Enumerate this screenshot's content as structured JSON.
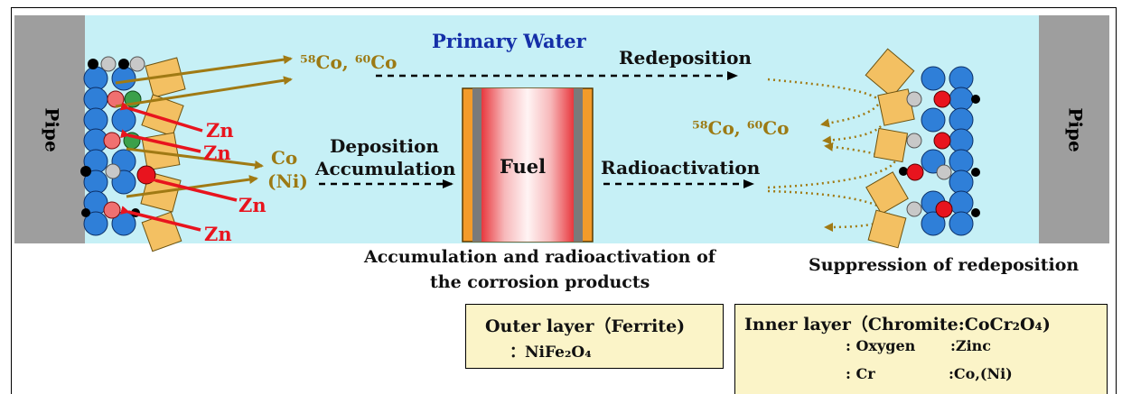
{
  "labels": {
    "primary_water": "Primary Water",
    "pipe_left": "Pipe",
    "pipe_right": "Pipe",
    "co_top": "⁵⁸Co, ⁶⁰Co",
    "co_right": "⁵⁸Co, ⁶⁰Co",
    "redeposition": "Redeposition",
    "deposition": "Deposition",
    "accumulation": "Accumulation",
    "fuel": "Fuel",
    "radioactivation": "Radioactivation",
    "co": "Co",
    "ni": "(Ni)",
    "zn": "Zn",
    "caption_center_line1": "Accumulation and radioactivation of",
    "caption_center_line2": "the corrosion products",
    "caption_right": "Suppression of redeposition"
  },
  "legend": {
    "outer_title": "Outer layer（Ferrite)",
    "outer_item": "：NiFe₂O₄",
    "inner_title": "Inner layer（Chromite:CoCr₂O₄)",
    "oxygen": ": Oxygen",
    "zinc": ":Zinc",
    "cr": ": Cr",
    "co_ni": ":Co,(Ni)"
  },
  "colors": {
    "water": "#c6f0f6",
    "pipe": "#9e9e9e",
    "oxygen": "#2f7fd8",
    "zinc": "#e8141e",
    "chromium": "#000000",
    "cobalt": "#c8c8c8",
    "ferrite": "#f3c062",
    "arrow_gold": "#a07a14",
    "arrow_red": "#e8141e",
    "fuel_edge": "#f39b2a"
  }
}
